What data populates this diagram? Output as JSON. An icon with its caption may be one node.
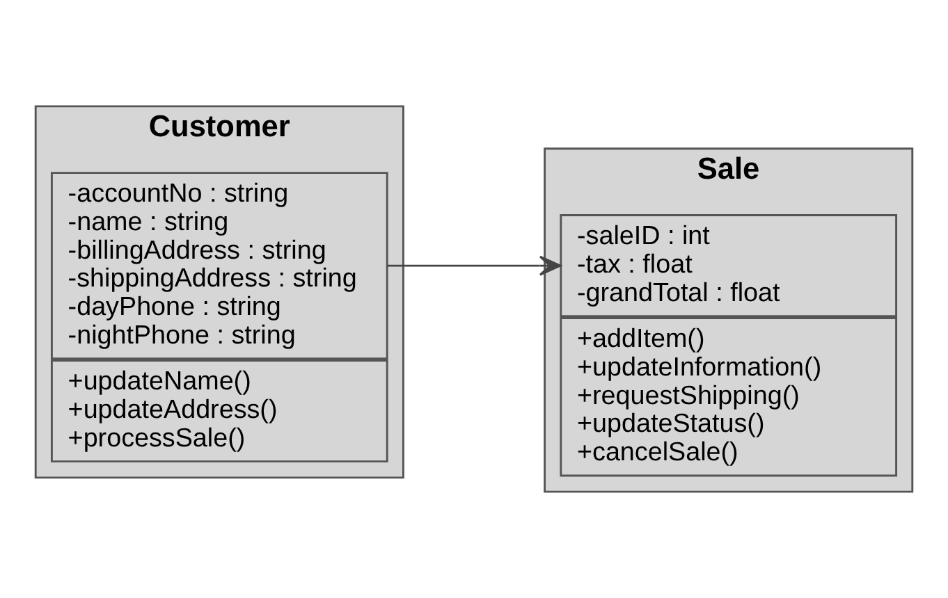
{
  "diagram": {
    "nodes": [
      {
        "text": [
          "Customer"
        ]
      },
      {
        "text": [
          "-accountNo : string",
          "-name : string",
          "-billingAddress : string",
          "-shippingAddress : string",
          "-dayPhone : string",
          "-nightPhone : string"
        ],
        "in": 0
      },
      {
        "text": [
          "+updateName()",
          "+updateAddress()",
          "+processSale()"
        ],
        "in": 0
      },
      {
        "text": [
          "Sale"
        ]
      },
      {
        "text": [
          "-saleID : int",
          "-tax : float",
          "-grandTotal : float"
        ],
        "in": 3
      },
      {
        "text": [
          "+addItem()",
          "+updateInformation()",
          "+requestShipping()",
          "+updateStatus()",
          "+cancelSale()"
        ],
        "in": 3
      }
    ],
    "edges": [
      {
        "from": 1,
        "to": 4,
        "arrow": "to"
      }
    ]
  }
}
